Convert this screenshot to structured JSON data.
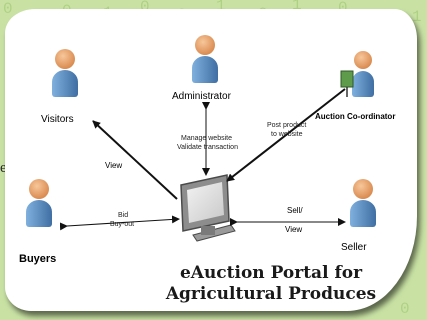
{
  "diagram": {
    "actors": {
      "administrator": "Administrator",
      "visitors": "Visitors",
      "coordinator": "Auction Co-ordinator",
      "buyers": "Buyers",
      "seller": "Seller"
    },
    "edges": {
      "manage_line1": "Manage website",
      "manage_line2": "Validate transaction",
      "post_line1": "Post product",
      "post_line2": "to website",
      "view": "View",
      "bid_line1": "Bid",
      "bid_line2": "Buy-out",
      "sell_line1": "Sell/",
      "sell_line2": "View"
    },
    "title_line1": "eAuction Portal for",
    "title_line2": "Agricultural Produces"
  },
  "background": {
    "digits": [
      "0",
      "1",
      "0",
      "1",
      "0",
      "0",
      "1",
      "0",
      "1",
      "0",
      "1",
      "0",
      "1",
      "0"
    ],
    "edge_glyph": "e"
  },
  "colors": {
    "page_bg": "#c9e2a4",
    "person_skin": "#eaa26a",
    "person_body": "#5a8cbf",
    "monitor": "#8d8d8d"
  }
}
